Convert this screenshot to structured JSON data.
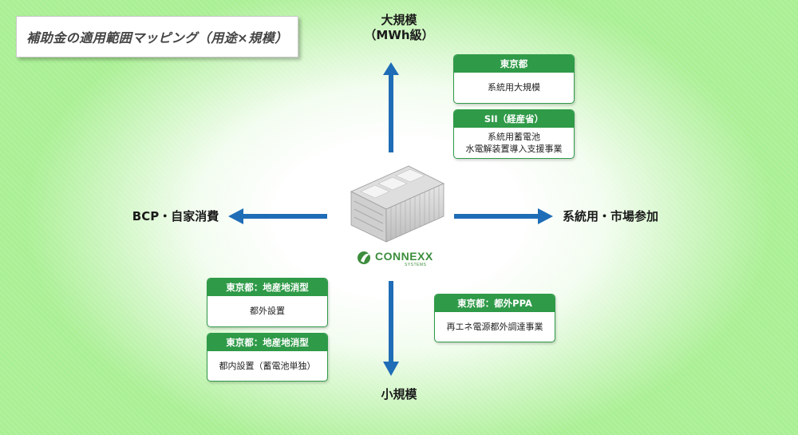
{
  "title": "補助金の適用範囲マッピング（用途×規模）",
  "axes": {
    "top_line1": "大規模",
    "top_line2": "（MWh級）",
    "bottom": "小規模",
    "left": "BCP・自家消費",
    "right": "系統用・市場参加"
  },
  "cards": [
    {
      "header": "東京都",
      "body": [
        "系統用大規模"
      ]
    },
    {
      "header": "SII（経産省）",
      "body": [
        "系統用蓄電池",
        "水電解装置導入支援事業"
      ]
    },
    {
      "header": "東京都：都外PPA",
      "body": [
        "再エネ電源都外調達事業"
      ]
    },
    {
      "header": "東京都：地産地消型",
      "body": [
        "都外設置"
      ]
    },
    {
      "header": "東京都：地産地消型",
      "body": [
        "都内設置（蓄電池単独）"
      ]
    }
  ],
  "logo": {
    "name": "CONNEXX",
    "sub": "SYSTEMS"
  },
  "colors": {
    "arrow": "#1f6db7",
    "card_green": "#2f9a48",
    "logo_green": "#3c8d3c"
  }
}
